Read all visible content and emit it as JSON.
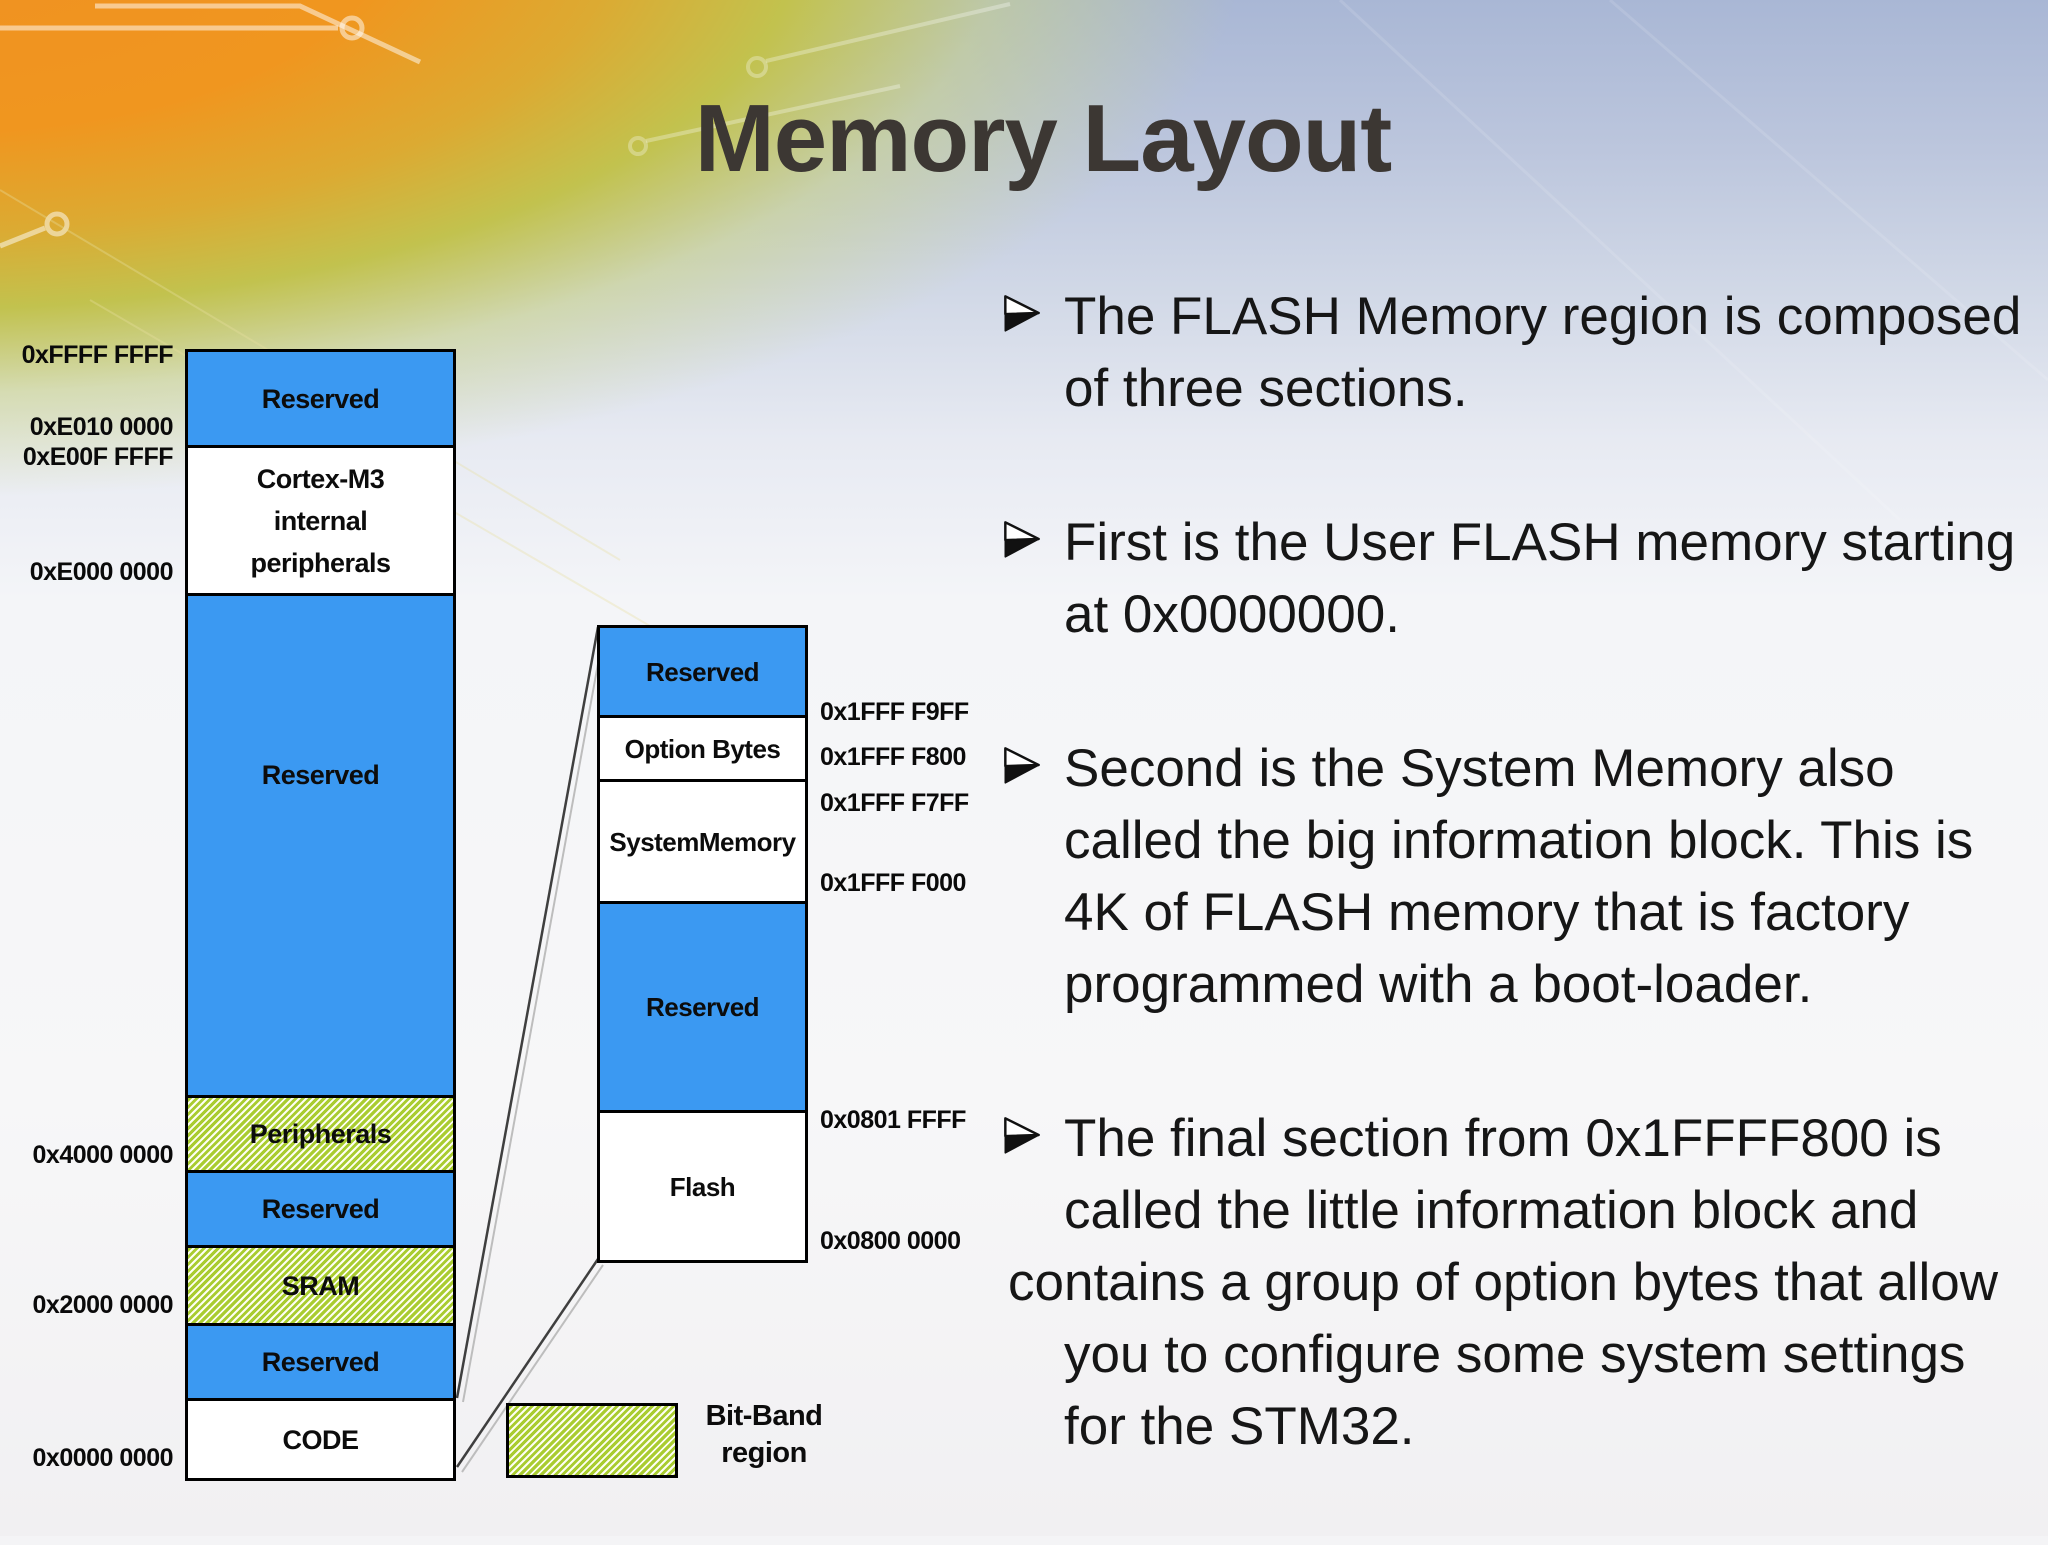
{
  "slide": {
    "title": "Memory Layout",
    "bullet_glyph": "➢"
  },
  "bullets": [
    {
      "lines": [
        "The FLASH Memory region is composed",
        "of three sections."
      ]
    },
    {
      "lines": [
        "First is the User FLASH memory starting",
        "at 0x0000000."
      ]
    },
    {
      "lines": [
        "Second is the System Memory also",
        "called the big information block. This is",
        "4K of FLASH memory that is factory",
        "programmed with a boot-loader."
      ]
    },
    {
      "lines": [
        "The final section from 0x1FFFF800 is",
        "called the little information block and",
        "contains a group of option bytes that allow",
        "you to configure some system settings",
        "for the STM32."
      ]
    }
  ],
  "memory_map": {
    "blocks": [
      {
        "label": "Reserved",
        "style": "blue"
      },
      {
        "label": "Cortex-M3\ninternal\nperipherals",
        "style": "white"
      },
      {
        "label": "Reserved",
        "style": "blue"
      },
      {
        "label": "Peripherals",
        "style": "hatched"
      },
      {
        "label": "Reserved",
        "style": "blue"
      },
      {
        "label": "SRAM",
        "style": "hatched"
      },
      {
        "label": "Reserved",
        "style": "blue"
      },
      {
        "label": "CODE",
        "style": "white"
      }
    ],
    "addresses": [
      {
        "text": "0xFFFF FFFF"
      },
      {
        "text": "0xE010 0000"
      },
      {
        "text": "0xE00F FFFF"
      },
      {
        "text": "0xE000 0000"
      },
      {
        "text": "0x4000 0000"
      },
      {
        "text": "0x2000 0000"
      },
      {
        "text": "0x0000 0000"
      }
    ]
  },
  "flash_map": {
    "blocks": [
      {
        "label": "Reserved",
        "style": "blue"
      },
      {
        "label": "Option Bytes",
        "style": "white"
      },
      {
        "label": "SystemMemory",
        "style": "white"
      },
      {
        "label": "Reserved",
        "style": "blue"
      },
      {
        "label": "Flash",
        "style": "white"
      }
    ],
    "addresses": [
      {
        "text": "0x1FFF F9FF"
      },
      {
        "text": "0x1FFF F800"
      },
      {
        "text": "0x1FFF F7FF"
      },
      {
        "text": "0x1FFF F000"
      },
      {
        "text": "0x0801 FFFF"
      },
      {
        "text": "0x0800 0000"
      }
    ]
  },
  "legend": {
    "label": "Bit-Band\nregion"
  },
  "colors": {
    "block_blue": "#3B99F2",
    "hatch_green": "#A9CC30",
    "outline": "#000000",
    "title_gray": "#3C3733",
    "body_text": "#161616",
    "bg_orange": "#F09122",
    "bg_olive": "#C2C24E",
    "bg_blue": "#A9B7D5"
  }
}
